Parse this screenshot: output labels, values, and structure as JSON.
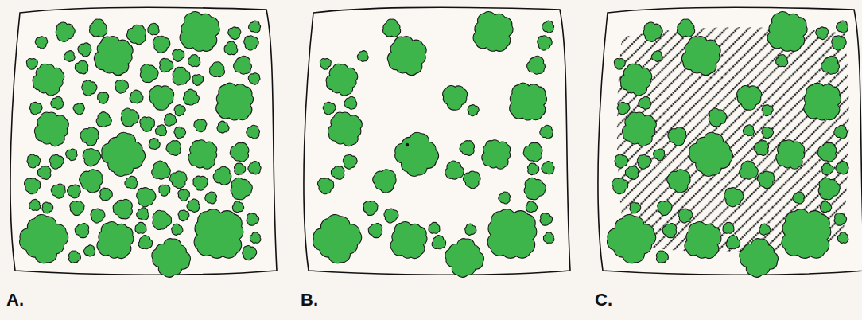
{
  "diagram": {
    "labels": [
      "A.",
      "B.",
      "C."
    ]
  }
}
